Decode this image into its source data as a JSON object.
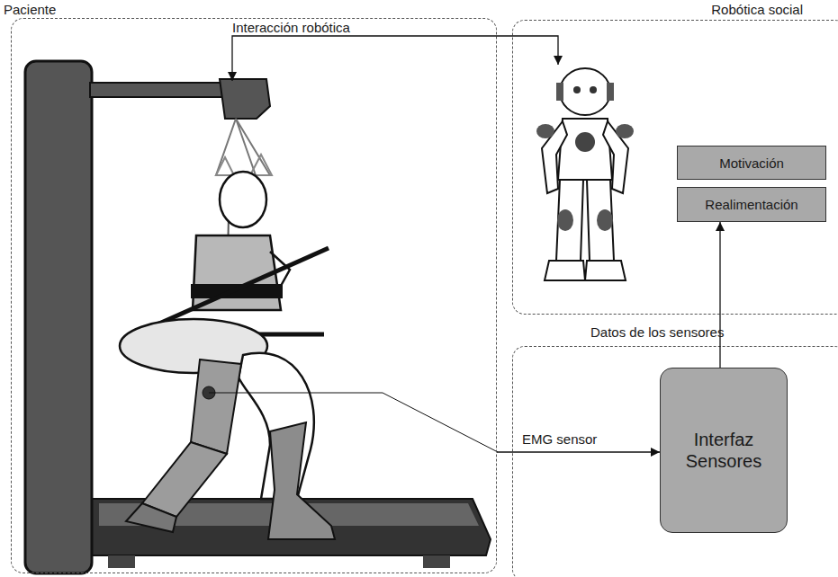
{
  "diagram": {
    "nodes": [
      {
        "text": [
          "Paciente"
        ]
      },
      {
        "text": [
          "Robótica social"
        ]
      },
      {
        "text": [
          "Motivación"
        ],
        "in": 1
      },
      {
        "text": [
          "Realimentación"
        ],
        "in": 1
      },
      {
        "text": [
          "Datos de los sensores"
        ]
      },
      {
        "text": [
          "Interfaz Sensores"
        ],
        "in": 4
      }
    ],
    "edges": [
      {
        "from": 0,
        "to": 1,
        "label": "Interacción robótica",
        "arrow": "both"
      },
      {
        "from": 0,
        "to": 5,
        "label": "EMG sensor",
        "arrow": "to"
      },
      {
        "from": 5,
        "to": 3,
        "arrow": "to"
      }
    ]
  }
}
